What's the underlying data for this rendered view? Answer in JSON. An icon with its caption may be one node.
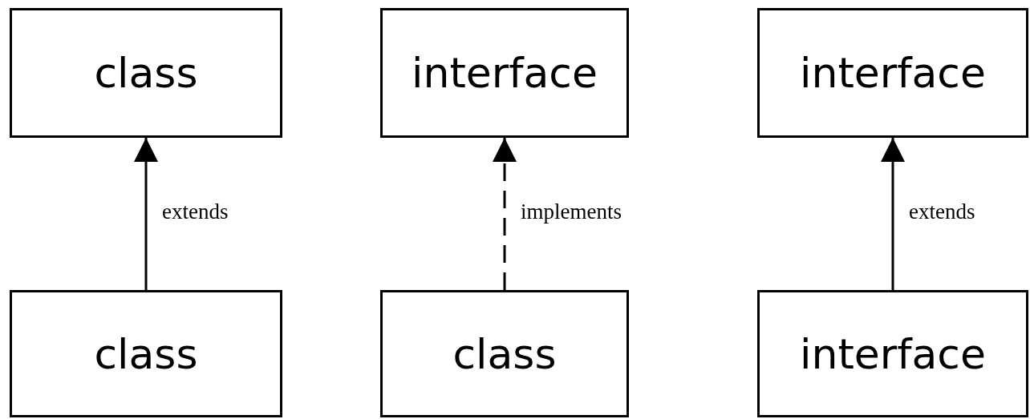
{
  "diagram": {
    "nodes": [
      {
        "text": [
          "class"
        ]
      },
      {
        "text": [
          "interface"
        ]
      },
      {
        "text": [
          "interface"
        ]
      },
      {
        "text": [
          "class"
        ]
      },
      {
        "text": [
          "class"
        ]
      },
      {
        "text": [
          "interface"
        ]
      }
    ],
    "edges": [
      {
        "from": 3,
        "to": 0,
        "arrow": "to",
        "label": "extends"
      },
      {
        "from": 4,
        "to": 1,
        "arrow": "to",
        "label": "implements",
        "style": "dashed"
      },
      {
        "from": 5,
        "to": 2,
        "arrow": "to",
        "label": "extends"
      }
    ]
  }
}
